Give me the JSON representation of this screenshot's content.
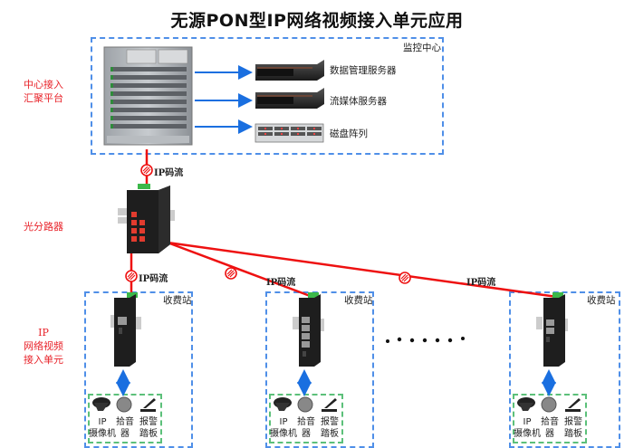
{
  "title": "无源PON型IP网络视频接入单元应用",
  "side_labels": {
    "aggregation": [
      "中心接入",
      "汇聚平台"
    ],
    "splitter": "光分路器",
    "access_unit": [
      "IP",
      "网络视频",
      "接入单元"
    ]
  },
  "monitor_center": {
    "title": "监控中心",
    "servers": [
      {
        "label": "数据管理服务器",
        "icon": "rack-server-icon"
      },
      {
        "label": "流媒体服务器",
        "icon": "rack-server-icon"
      },
      {
        "label": "磁盘阵列",
        "icon": "disk-array-icon"
      }
    ]
  },
  "stream_label": "IP码流",
  "stations": [
    {
      "title": "收费站",
      "ports": 1,
      "devices": [
        {
          "label": [
            "IP",
            "摄像机"
          ]
        },
        {
          "label": [
            "拾音",
            "器"
          ]
        },
        {
          "label": [
            "报警",
            "踏板"
          ]
        }
      ]
    },
    {
      "title": "收费站",
      "ports": 4,
      "devices": [
        {
          "label": [
            "IP",
            "摄像机"
          ]
        },
        {
          "label": [
            "拾音",
            "器"
          ]
        },
        {
          "label": [
            "报警",
            "踏板"
          ]
        }
      ]
    },
    {
      "title": "收费站",
      "ports": 2,
      "devices": [
        {
          "label": [
            "IP",
            "摄像机"
          ]
        },
        {
          "label": [
            "拾音",
            "器"
          ]
        },
        {
          "label": [
            "报警",
            "踏板"
          ]
        }
      ]
    }
  ],
  "colors": {
    "fiber": "#ee1111",
    "ethernet": "#1a6fe0",
    "box_border": "#4f8fe8",
    "device_group_border": "#5cc07a",
    "side_label": "#e8232a"
  }
}
